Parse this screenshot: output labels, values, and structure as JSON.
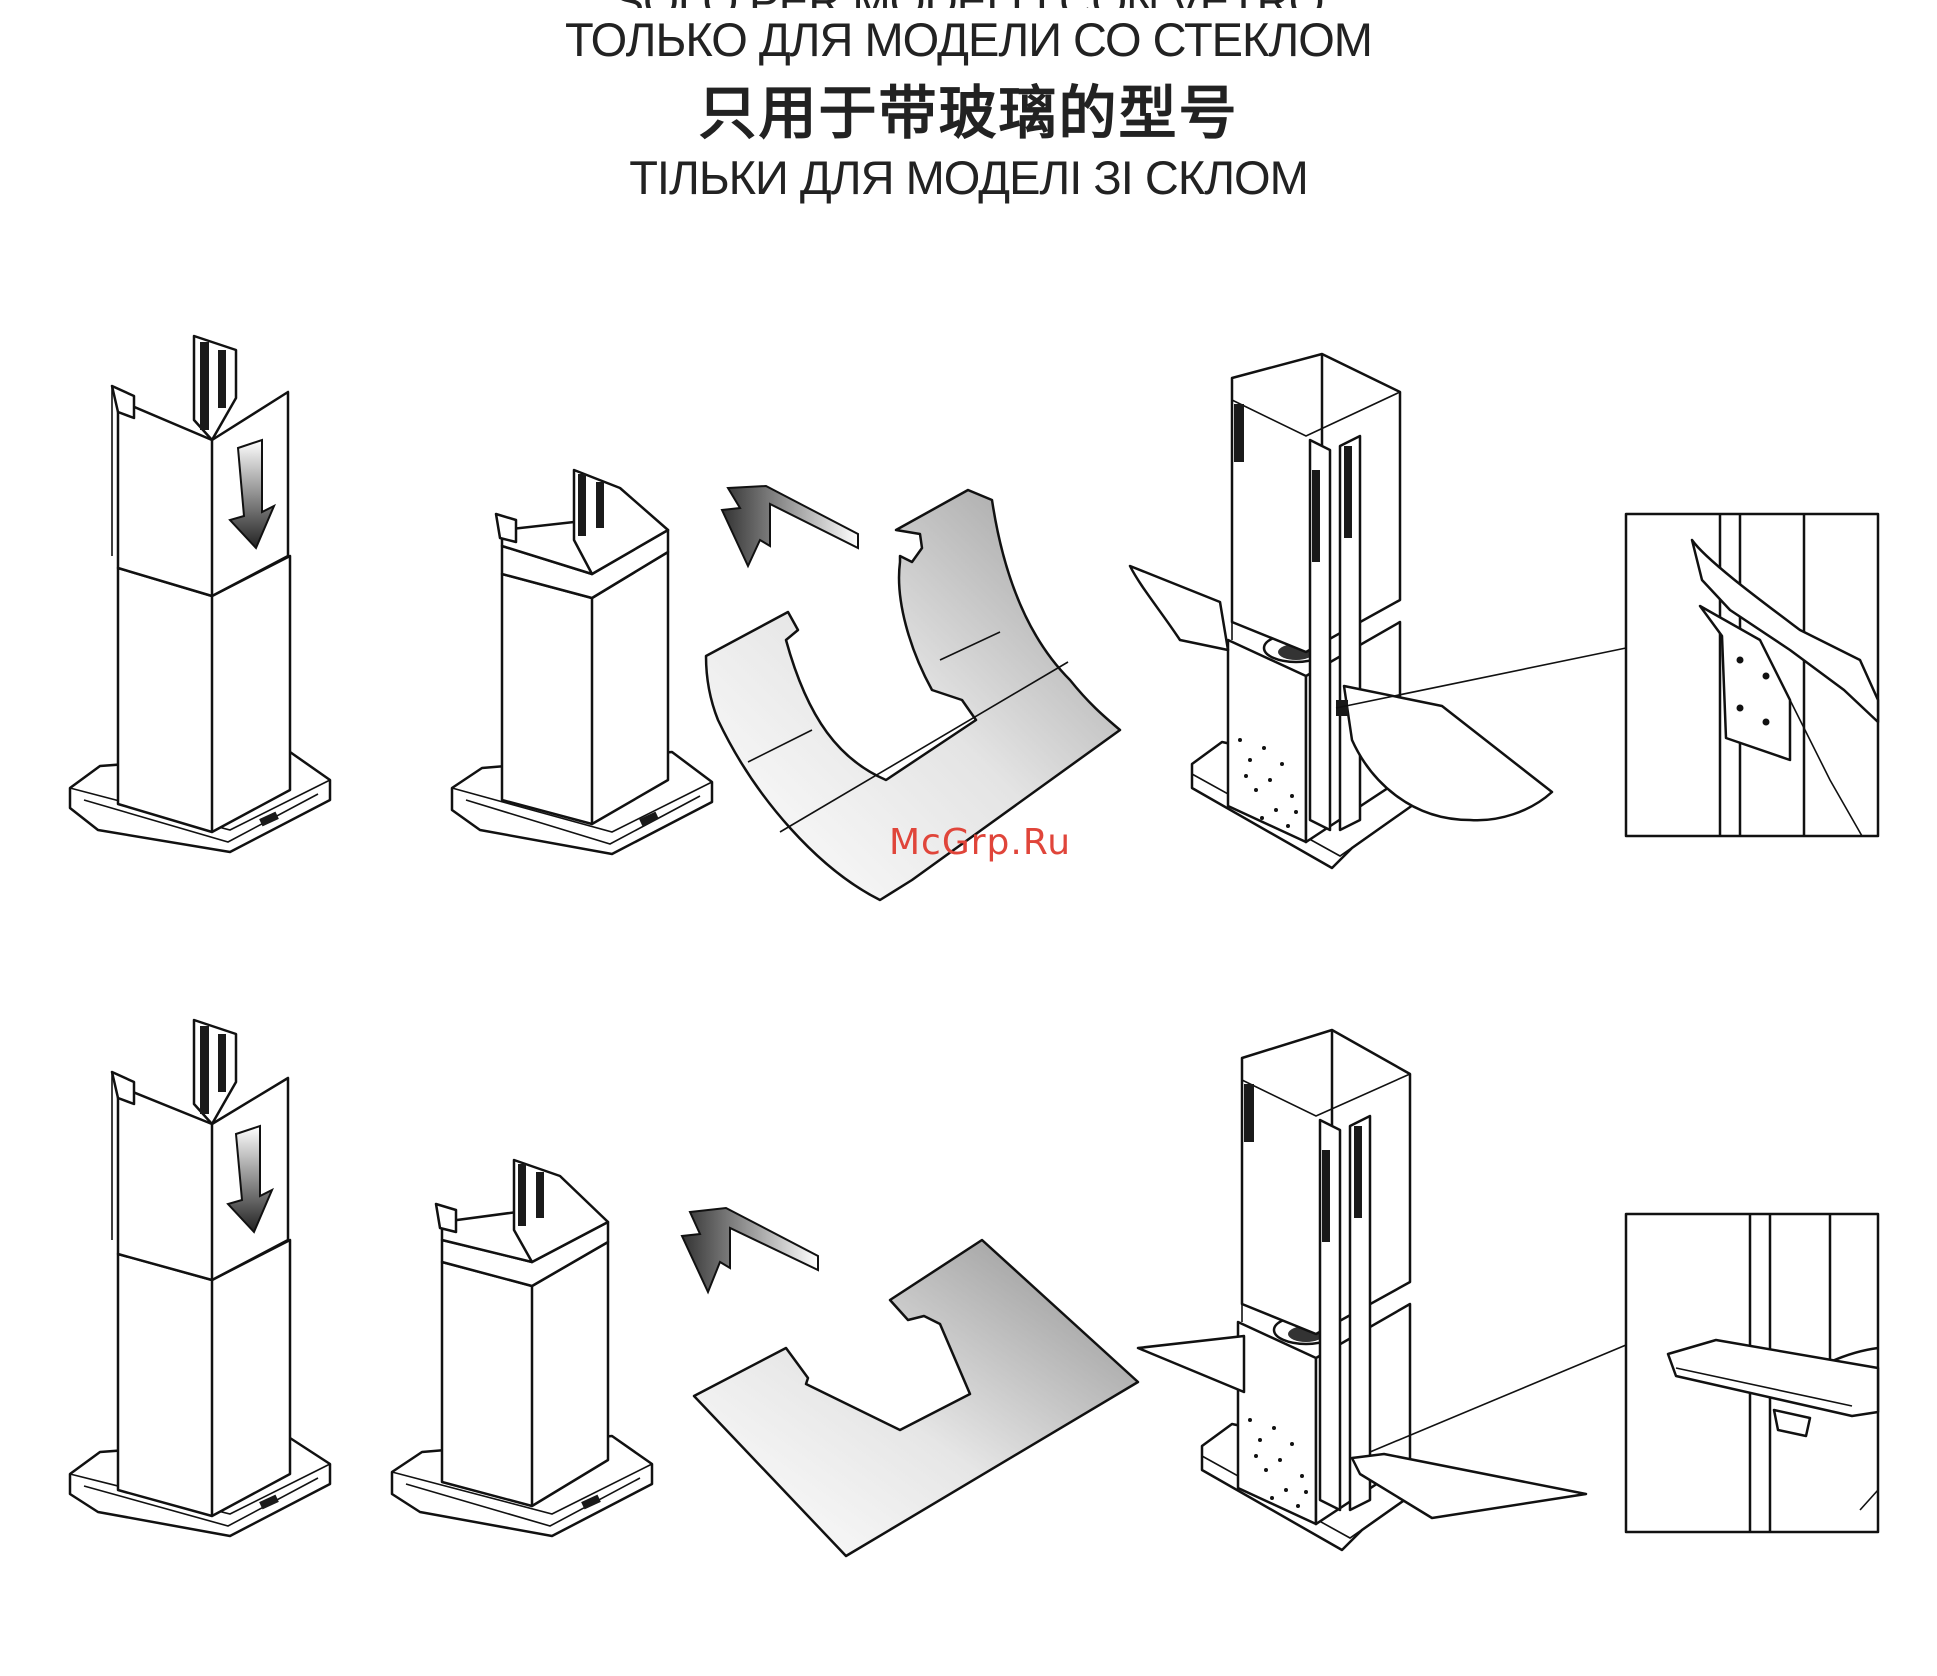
{
  "document": {
    "heading_cut": "SOLO PER MODELLI CON VETRO",
    "heading_ru": "ТОЛЬКО ДЛЯ МОДЕЛИ СО СТЕКЛОМ",
    "heading_cn": "只用于带玻璃的型号",
    "heading_ua": "ТІЛЬКИ ДЛЯ МОДЕЛІ ЗІ СКЛОМ"
  },
  "watermark": {
    "text": "McGrp.Ru",
    "color": "#e0453a"
  },
  "figures": [
    {
      "name": "chimney-step-1-row-1"
    },
    {
      "name": "chimney-step-2-row-1"
    },
    {
      "name": "curved-glass-panel"
    },
    {
      "name": "assembled-hood-curved-glass"
    },
    {
      "name": "detail-curved-glass-bracket"
    },
    {
      "name": "chimney-step-1-row-2"
    },
    {
      "name": "chimney-step-2-row-2"
    },
    {
      "name": "flat-glass-panel"
    },
    {
      "name": "assembled-hood-flat-glass"
    },
    {
      "name": "detail-flat-glass-bracket"
    }
  ]
}
